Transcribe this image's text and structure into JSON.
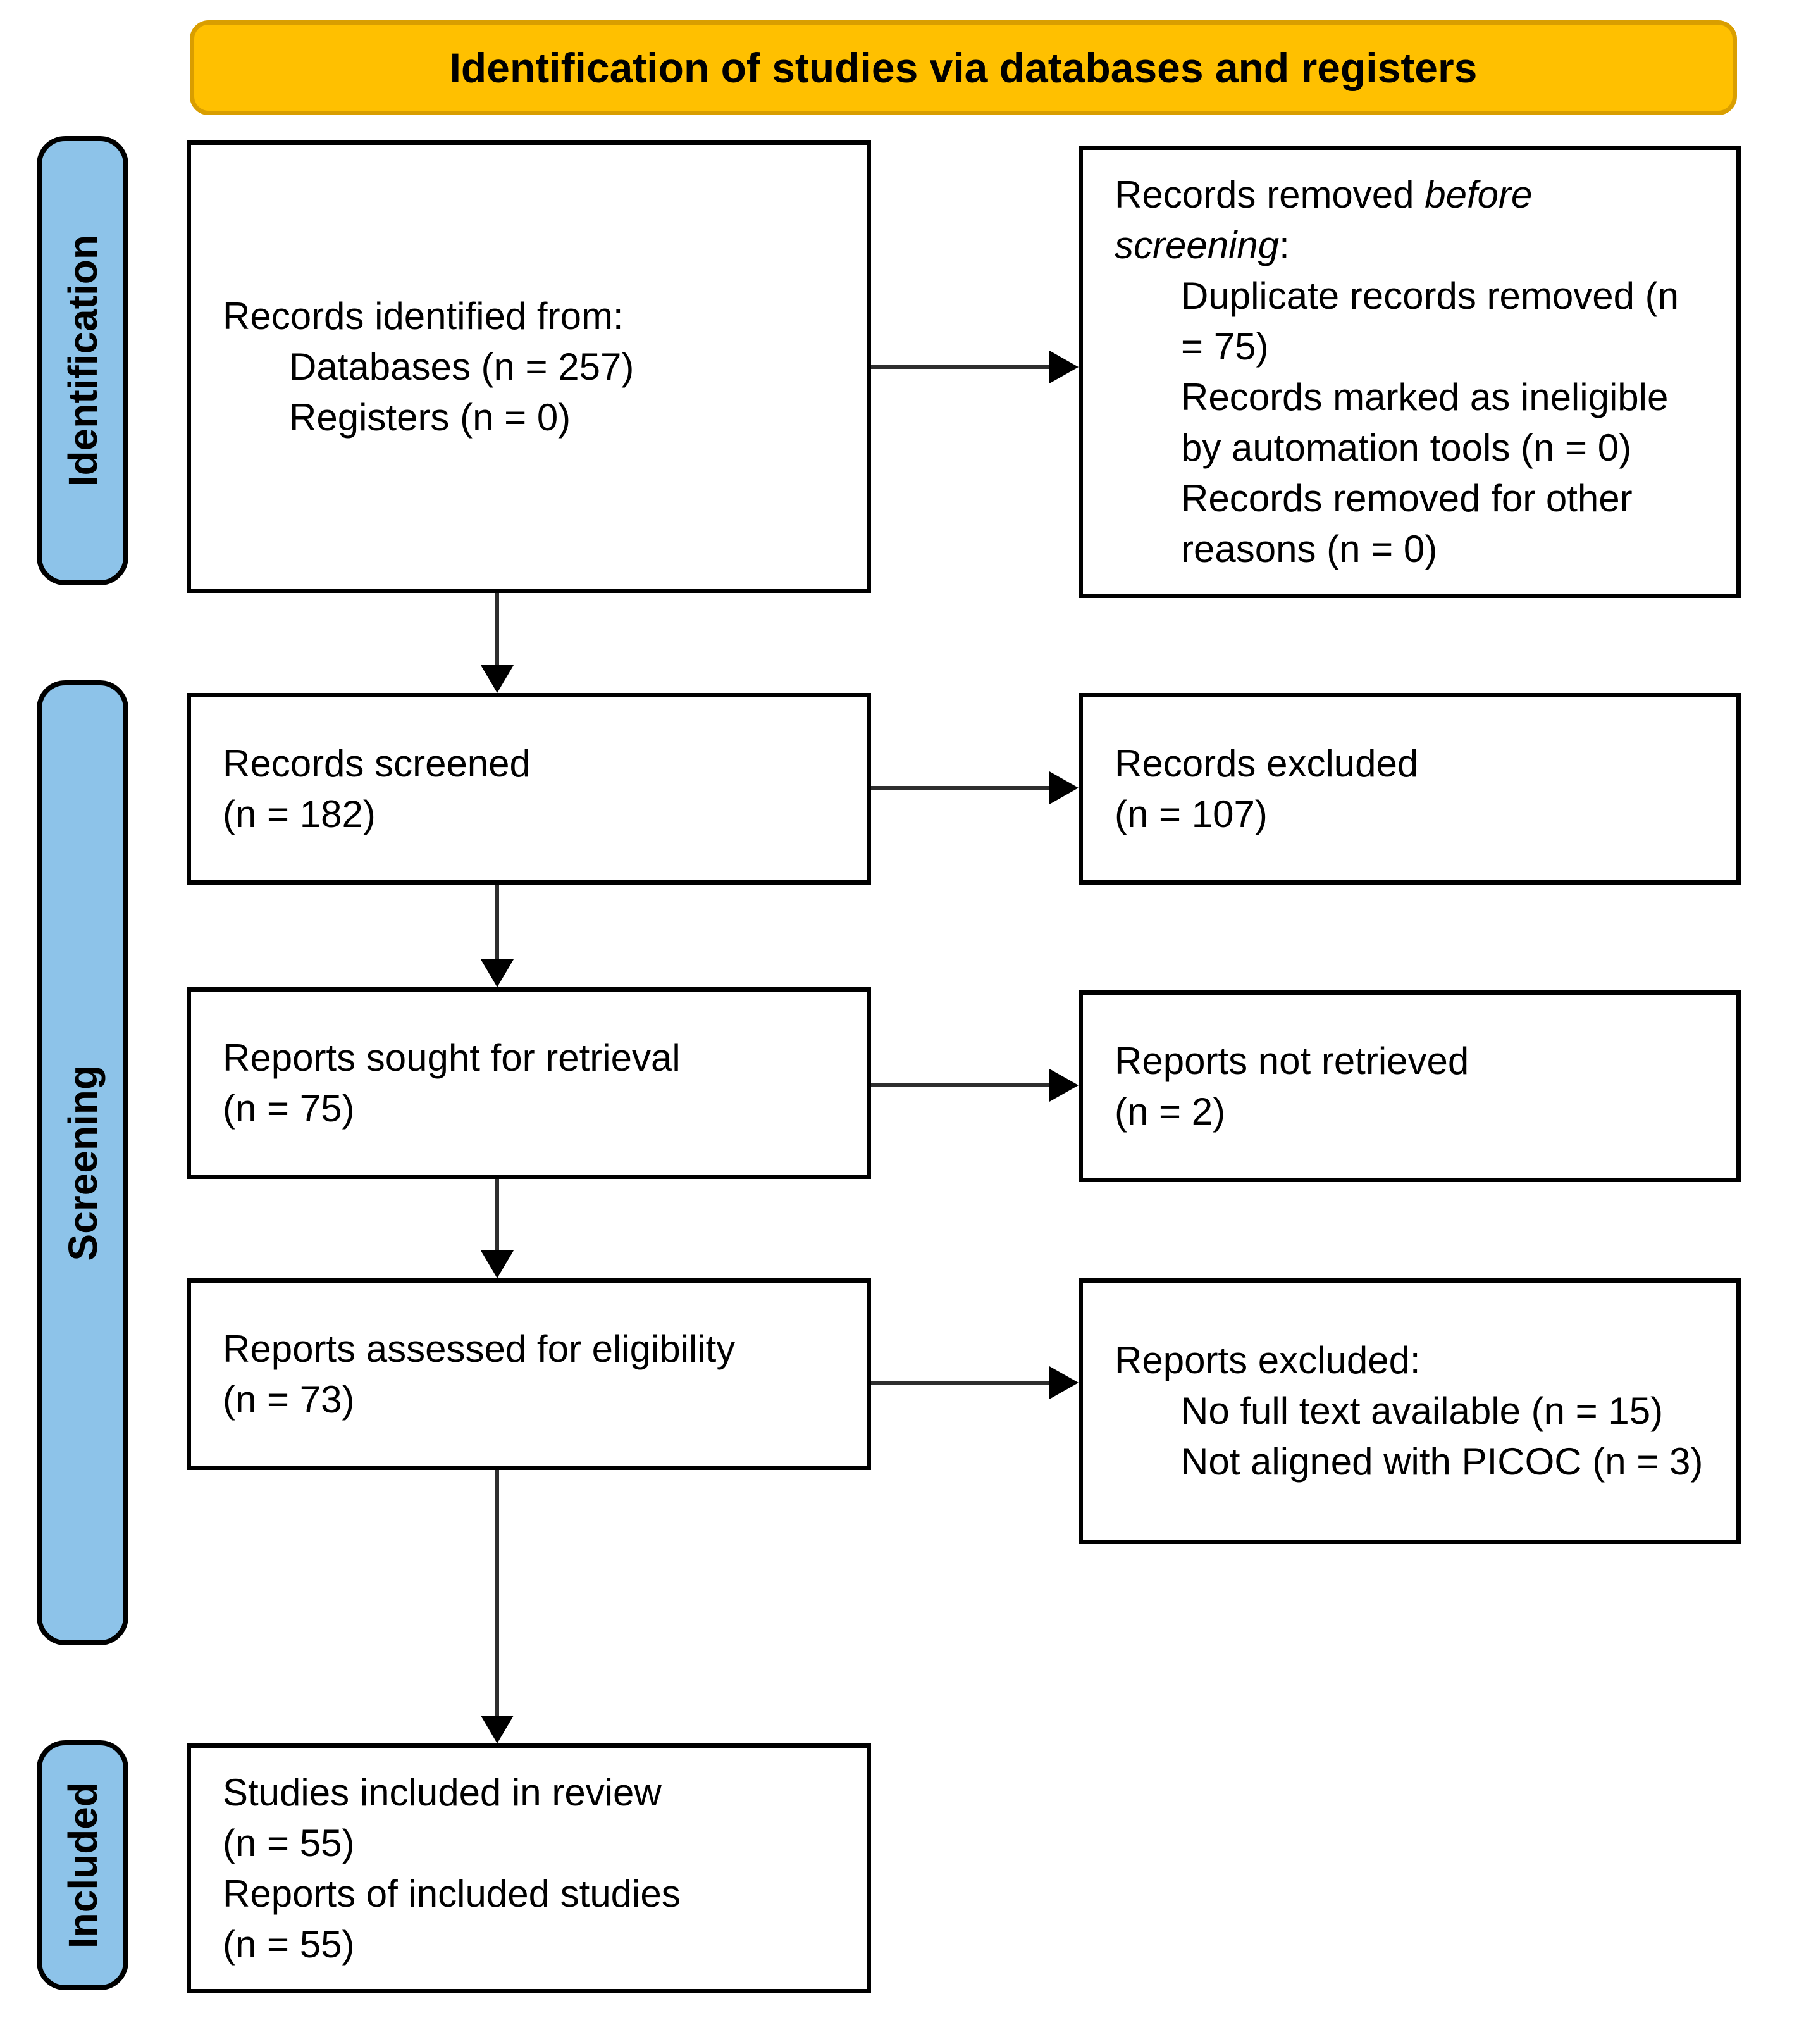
{
  "banner": {
    "title": "Identification of studies via databases and registers"
  },
  "sidebar": {
    "identification_label": "Identification",
    "screening_label": "Screening",
    "included_label": "Included"
  },
  "boxes": {
    "records_identified": {
      "line1": "Records identified from:",
      "line2": "Databases (n = 257)",
      "line3": "Registers (n = 0)"
    },
    "records_removed": {
      "title_prefix": "Records removed ",
      "title_italic": "before screening",
      "title_suffix": ":",
      "item1": "Duplicate records removed (n = 75)",
      "item2": "Records marked as ineligible by automation tools (n = 0)",
      "item3": "Records removed for other reasons (n = 0)"
    },
    "records_screened": {
      "line1": "Records screened",
      "line2": "(n = 182)"
    },
    "records_excluded": {
      "line1": "Records excluded",
      "line2": "(n = 107)"
    },
    "reports_sought": {
      "line1": "Reports sought for retrieval",
      "line2": "(n = 75)"
    },
    "reports_not_retrieved": {
      "line1": "Reports not retrieved",
      "line2": "(n = 2)"
    },
    "reports_assessed": {
      "line1": "Reports assessed for eligibility",
      "line2": "(n = 73)"
    },
    "reports_excluded": {
      "title": "Reports excluded:",
      "item1": "No full text available (n = 15)",
      "item2": "Not aligned with PICOC (n = 3)"
    },
    "studies_included": {
      "line1": "Studies included in review",
      "line2": "(n = 55)",
      "line3": "Reports of included studies",
      "line4": "(n = 55)"
    }
  },
  "colors": {
    "banner_bg": "#FFC000",
    "banner_border": "#D99E00",
    "stage_bg": "#8DC3E9",
    "box_border": "#000000",
    "arrow": "#000000"
  }
}
